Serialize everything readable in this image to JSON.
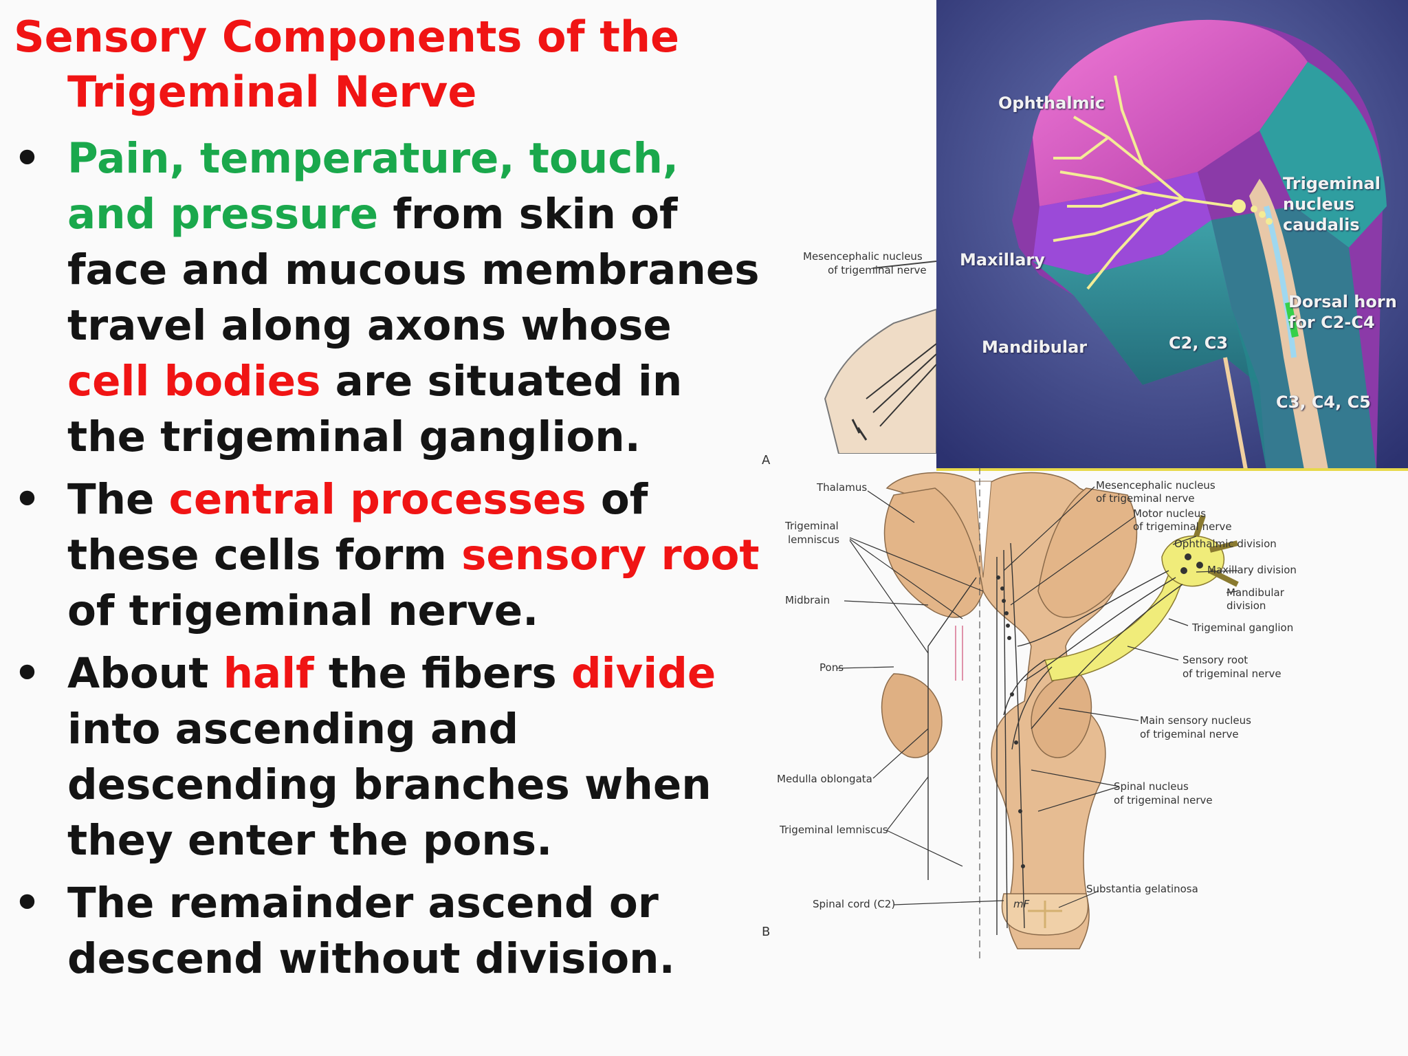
{
  "slide": {
    "title_line1": "Sensory Components of the",
    "title_line2": "Trigeminal Nerve",
    "bullet_char": "•",
    "bullets": [
      {
        "a_green": "Pain, temperature, touch, and pressure",
        "b": " from skin of face and mucous membranes travel along axons whose ",
        "c_red": "cell bodies",
        "d": " are situated in the trigeminal ganglion."
      },
      {
        "a": " The ",
        "b_red": "central processes",
        "c": " of these cells form ",
        "d_red": "sensory root",
        "e": " of trigeminal nerve."
      },
      {
        "a": " About ",
        "b_red": "half",
        "c": " the fibers ",
        "d_red": "divide",
        "e": " into ascending and descending branches when they enter the pons."
      },
      {
        "a": "The remainder ascend or descend without division."
      }
    ]
  },
  "photo": {
    "labels": {
      "ophthalmic": "Ophthalmic",
      "maxillary": "Maxillary",
      "mandibular": "Mandibular",
      "c2c3": "C2, C3",
      "trig1": "Trigeminal",
      "trig2": "nucleus",
      "trig3": "caudalis",
      "dorsal1": "Dorsal horn",
      "dorsal2": "for C2-C4",
      "c3c4c5": "C3, C4, C5"
    }
  },
  "partial_diagram": {
    "mes1": "Mesencephalic nucleus",
    "mes2": "of trigeminal nerve"
  },
  "diagram": {
    "letter_a": "A",
    "letter_b": "B",
    "left_labels": {
      "thalamus": "Thalamus",
      "trig_lem1": "Trigeminal",
      "trig_lem2": "lemniscus",
      "midbrain": "Midbrain",
      "pons": "Pons",
      "medulla": "Medulla oblongata",
      "trig_lem_low": "Trigeminal lemniscus",
      "spinal_cord": "Spinal cord (C2)"
    },
    "right_labels": {
      "mes1": "Mesencephalic nucleus",
      "mes2": "of trigeminal nerve",
      "motor1": "Motor nucleus",
      "motor2": "of trigeminal nerve",
      "ophthalmic": "Ophthalmic division",
      "maxillary": "Maxillary division",
      "mand1": "Mandibular",
      "mand2": "division",
      "ganglion": "Trigeminal ganglion",
      "sens1": "Sensory root",
      "sens2": "of trigeminal nerve",
      "main1": "Main sensory nucleus",
      "main2": "of trigeminal nerve",
      "spinal1": "Spinal nucleus",
      "spinal2": "of trigeminal nerve",
      "substantia": "Substantia gelatinosa",
      "tract": "mF"
    }
  },
  "colors": {
    "title_red": "#f01414",
    "green": "#1aa84c",
    "text": "#141414",
    "brainstem_tan": "#e6bc92",
    "ganglion_yellow": "#f0ec7a"
  }
}
